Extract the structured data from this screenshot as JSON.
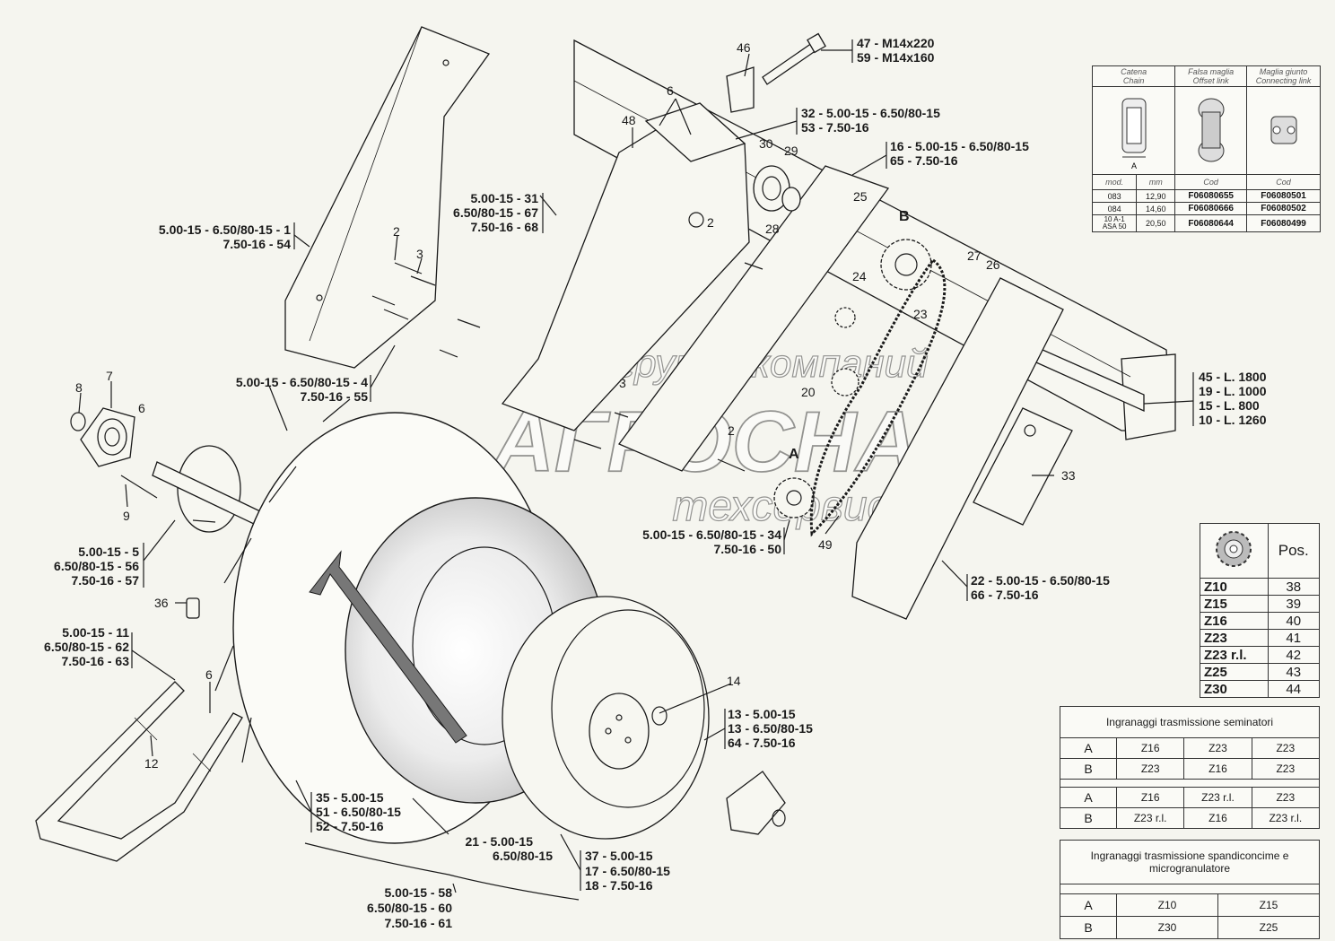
{
  "watermark": {
    "line1": "группа компаний",
    "line2": "АГРОСНАБ",
    "line3": "техсервис"
  },
  "callouts": {
    "c46": "46",
    "c47_59": [
      "47 - M14x220",
      "59 - M14x160"
    ],
    "c6a": "6",
    "c48": "48",
    "c32_53": [
      "32 - 5.00-15 - 6.50/80-15",
      "53 - 7.50-16"
    ],
    "c30": "30",
    "c29": "29",
    "c28": "28",
    "c16_65": [
      "16 - 5.00-15 - 6.50/80-15",
      "65 - 7.50-16"
    ],
    "c25": "25",
    "cB": "B",
    "c24": "24",
    "c27": "27",
    "c26": "26",
    "c23": "23",
    "c2a": "2",
    "c2b": "2",
    "c2c": "2",
    "c3a": "3",
    "c3b": "3",
    "c31_67_68": [
      "5.00-15 - 31",
      "6.50/80-15 - 67",
      "7.50-16 - 68"
    ],
    "c1_54": [
      "5.00-15 - 6.50/80-15 - 1",
      "7.50-16 - 54"
    ],
    "c4_55": [
      "5.00-15 - 6.50/80-15 - 4",
      "7.50-16 - 55"
    ],
    "c45_19_15_10": [
      "45 - L. 1800",
      "19 - L. 1000",
      "15 - L. 800",
      "10 - L. 1260"
    ],
    "c20": "20",
    "cA": "A",
    "c7": "7",
    "c8": "8",
    "c6b": "6",
    "c9": "9",
    "c33": "33",
    "c34_50": [
      "5.00-15 - 6.50/80-15 - 34",
      "7.50-16 - 50"
    ],
    "c49": "49",
    "c5_56_57": [
      "5.00-15 - 5",
      "6.50/80-15 - 56",
      "7.50-16 - 57"
    ],
    "c22_66": [
      "22 - 5.00-15 - 6.50/80-15",
      "66 - 7.50-16"
    ],
    "c36": "36",
    "c11_62_63": [
      "5.00-15 - 11",
      "6.50/80-15 - 62",
      "7.50-16 - 63"
    ],
    "c6c": "6",
    "c12": "12",
    "c14": "14",
    "c13_64": [
      "13 - 5.00-15",
      "13 - 6.50/80-15",
      "64 - 7.50-16"
    ],
    "c35_51_52": [
      "35 - 5.00-15",
      "51 - 6.50/80-15",
      "52 - 7.50-16"
    ],
    "c21": [
      "21 - 5.00-15",
      "6.50/80-15"
    ],
    "c37_17_18": [
      "37 - 5.00-15",
      "17 - 6.50/80-15",
      "18 - 7.50-16"
    ],
    "c58_60_61": [
      "5.00-15 - 58",
      "6.50/80-15 - 60",
      "7.50-16 - 61"
    ]
  },
  "chain_table": {
    "headers": [
      {
        "it": "Catena",
        "en": "Chain"
      },
      {
        "it": "Falsa maglia",
        "en": "Offset link"
      },
      {
        "it": "Maglia giunto",
        "en": "Connecting link"
      }
    ],
    "dim_label": "A",
    "sub_headers": [
      "mod.",
      "mm",
      "Cod",
      "Cod"
    ],
    "rows": [
      [
        "083",
        "12,90",
        "F06080655",
        "F06080501"
      ],
      [
        "084",
        "14,60",
        "F06080666",
        "F06080502"
      ],
      [
        "10 A-1\nASA 50",
        "20,50",
        "F06080644",
        "F06080499"
      ]
    ]
  },
  "pos_table": {
    "header": "Pos.",
    "rows": [
      [
        "Z10",
        "38"
      ],
      [
        "Z15",
        "39"
      ],
      [
        "Z16",
        "40"
      ],
      [
        "Z23",
        "41"
      ],
      [
        "Z23 r.l.",
        "42"
      ],
      [
        "Z25",
        "43"
      ],
      [
        "Z30",
        "44"
      ]
    ]
  },
  "gear_seed_table": {
    "title": "Ingranaggi trasmissione seminatori",
    "rows": [
      [
        "A",
        "Z16",
        "Z23",
        "Z23"
      ],
      [
        "B",
        "Z23",
        "Z16",
        "Z23"
      ],
      [
        "A",
        "Z16",
        "Z23 r.l.",
        "Z23"
      ],
      [
        "B",
        "Z23 r.l.",
        "Z16",
        "Z23 r.l."
      ]
    ]
  },
  "gear_fert_table": {
    "title": "Ingranaggi trasmissione spandiconcime e microgranulatore",
    "rows": [
      [
        "A",
        "Z10",
        "Z15"
      ],
      [
        "B",
        "Z30",
        "Z25"
      ]
    ]
  }
}
